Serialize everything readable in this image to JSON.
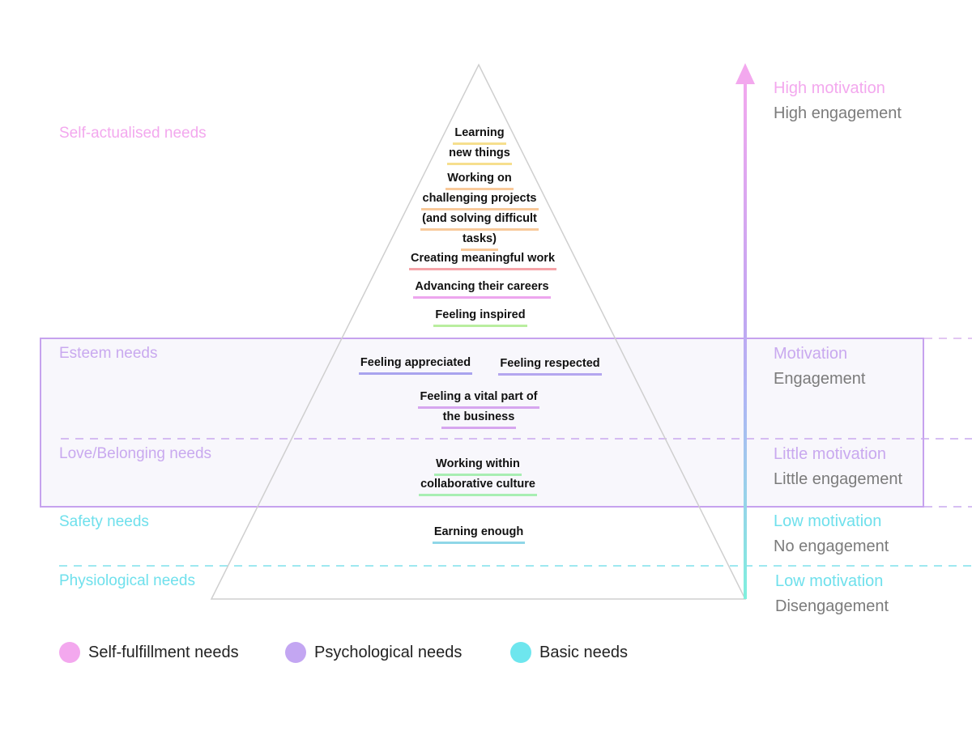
{
  "colors": {
    "self_fulfillment": "#f3a8ee",
    "psychological": "#c3a6f2",
    "basic": "#6ee6ee",
    "engagement_text": "#7b7b7b",
    "pyramid_stroke": "#cfcfcf",
    "frame_stroke": "#c6a2ee",
    "frame_fill": "#f8f7fc"
  },
  "levels": [
    {
      "label": "Self-actualised needs",
      "color": "#f3a8ee"
    },
    {
      "label": "Esteem needs",
      "color": "#c9a9ef"
    },
    {
      "label": "Love/Belonging needs",
      "color": "#c9a9ef"
    },
    {
      "label": "Safety needs",
      "color": "#6fe0ec"
    },
    {
      "label": "Physiological needs",
      "color": "#6fe0ec"
    }
  ],
  "motivation": [
    {
      "motivation": "High motivation",
      "engagement": "High engagement",
      "color": "#f3a8ee"
    },
    {
      "motivation": "Motivation",
      "engagement": "Engagement",
      "color": "#c9a9ef"
    },
    {
      "motivation": "Little motivation",
      "engagement": "Little engagement",
      "color": "#c9a9ef"
    },
    {
      "motivation": "Low motivation",
      "engagement": "No engagement",
      "color": "#6fe0ec"
    },
    {
      "motivation": "Low motivation",
      "engagement": "Disengagement",
      "color": "#6fe0ec"
    }
  ],
  "items": [
    {
      "lines": [
        "Learning",
        "new things"
      ],
      "underline": "#f6df8e"
    },
    {
      "lines": [
        "Working on",
        "challenging projects",
        "(and solving difficult",
        "tasks)"
      ],
      "underline": "#f8c99a"
    },
    {
      "lines": [
        "Creating meaningful work"
      ],
      "underline": "#f5a3a8"
    },
    {
      "lines": [
        "Advancing their careers"
      ],
      "underline": "#eda6ee"
    },
    {
      "lines": [
        "Feeling inspired"
      ],
      "underline": "#b9ee9f"
    },
    {
      "lines": [
        "Feeling appreciated"
      ],
      "underline": "#a9a3ee"
    },
    {
      "lines": [
        "Feeling respected"
      ],
      "underline": "#b4a6ef"
    },
    {
      "lines": [
        "Feeling a vital part of",
        "the business"
      ],
      "underline": "#d6a6ef"
    },
    {
      "lines": [
        "Working within",
        "collaborative culture"
      ],
      "underline": "#a8eeb3"
    },
    {
      "lines": [
        "Earning enough"
      ],
      "underline": "#8fd7e8"
    }
  ],
  "legend": [
    {
      "label": "Self-fulfillment needs",
      "color": "#f3a8ee"
    },
    {
      "label": "Psychological needs",
      "color": "#c3a6f2"
    },
    {
      "label": "Basic needs",
      "color": "#6ee6ee"
    }
  ]
}
